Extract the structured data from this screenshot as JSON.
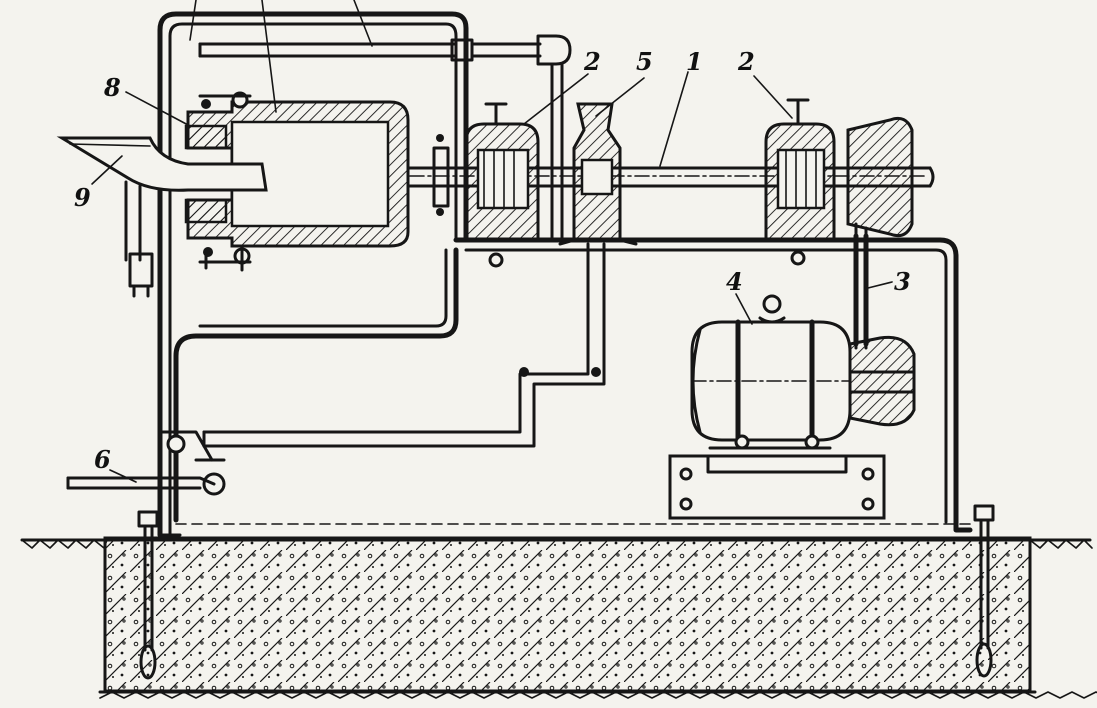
{
  "diagram": {
    "labels": [
      {
        "id": "label-1",
        "text": "1"
      },
      {
        "id": "label-2-left",
        "text": "2"
      },
      {
        "id": "label-2-right",
        "text": "2"
      },
      {
        "id": "label-3",
        "text": "3"
      },
      {
        "id": "label-4",
        "text": "4"
      },
      {
        "id": "label-5",
        "text": "5"
      },
      {
        "id": "label-6",
        "text": "6"
      },
      {
        "id": "label-8",
        "text": "8"
      },
      {
        "id": "label-9",
        "text": "9"
      }
    ],
    "colors": {
      "ink": "#161616",
      "paper": "#f4f3ee"
    }
  }
}
